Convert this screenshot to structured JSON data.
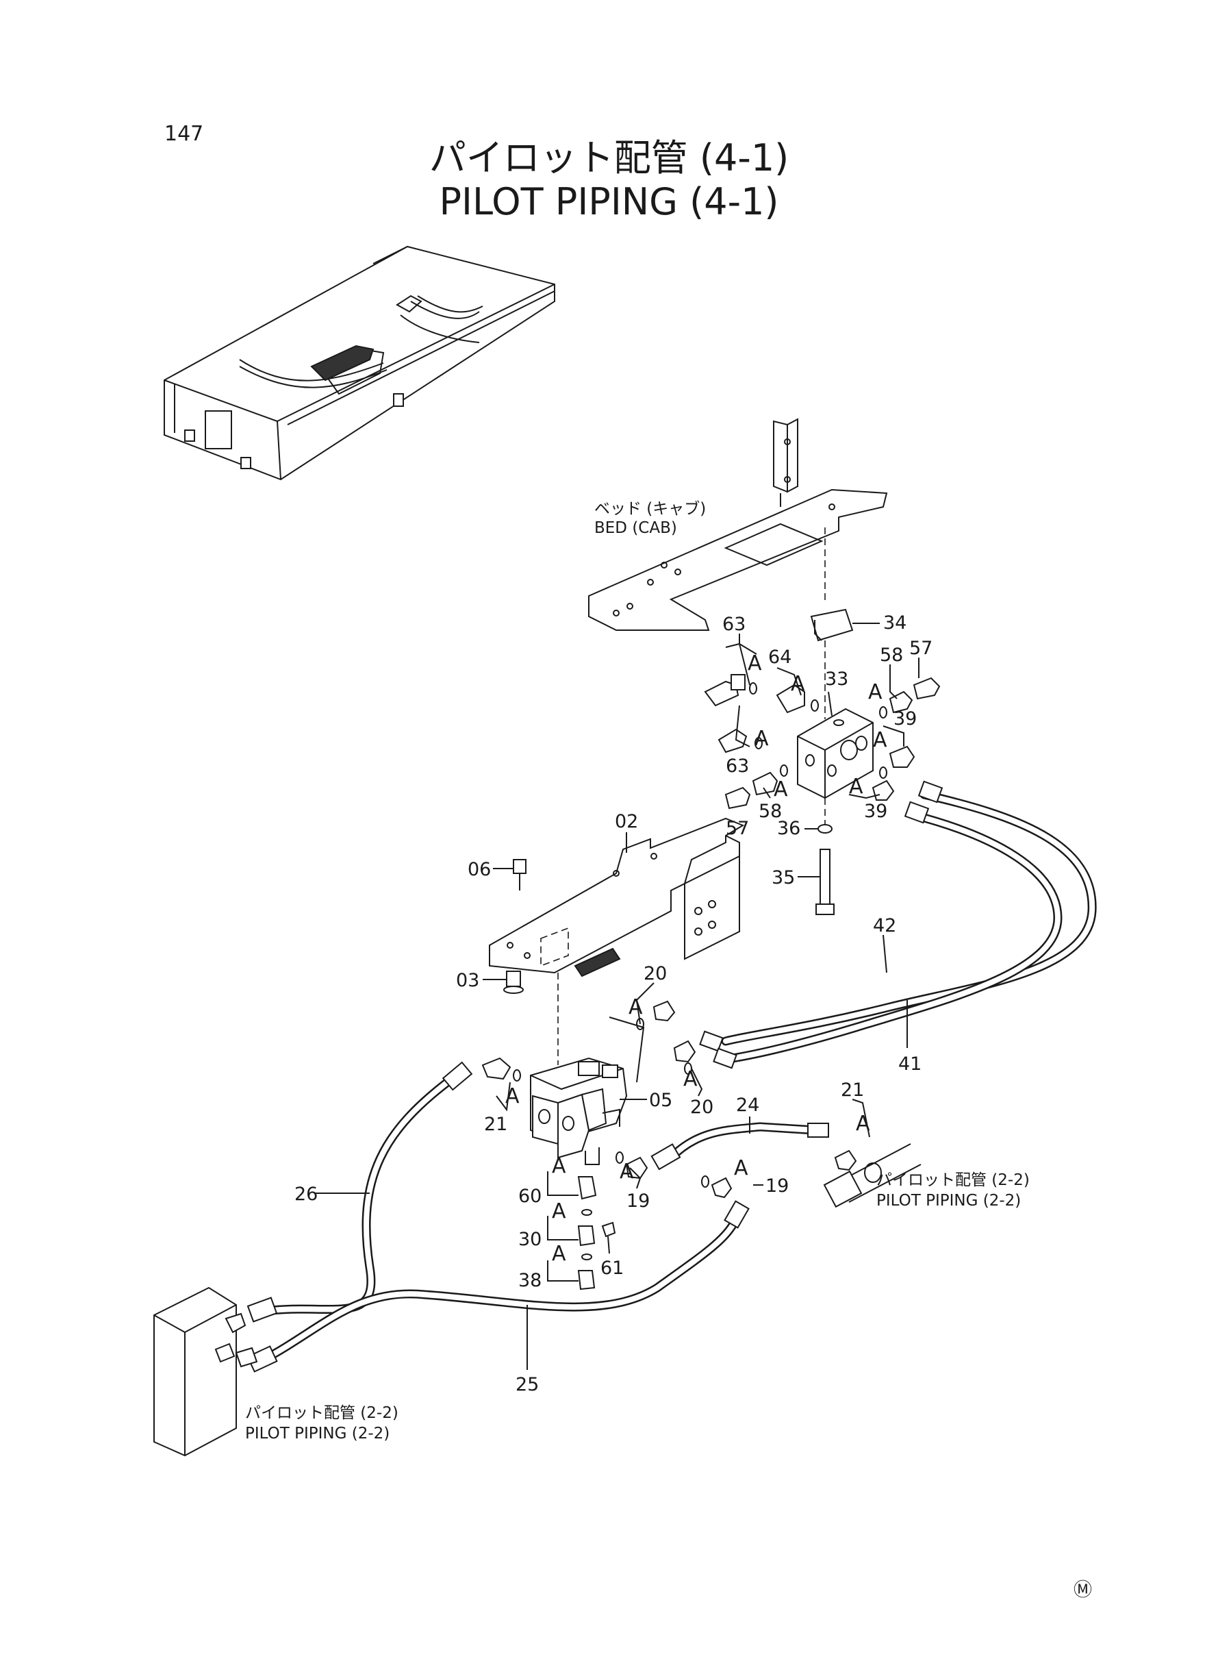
{
  "page_number": "147",
  "title_ja": "パイロット配管 (4-1)",
  "title_en": "PILOT PIPING (4-1)",
  "bed_label_ja": "ベッド (キャブ)",
  "bed_label_en": "BED (CAB)",
  "ref_right_ja": "パイロット配管 (2-2)",
  "ref_right_en": "PILOT PIPING (2-2)",
  "ref_left_ja": "パイロット配管 (2-2)",
  "ref_left_en": "PILOT PIPING (2-2)",
  "section_letter": "A",
  "part_numbers": [
    "63",
    "64",
    "34",
    "33",
    "58",
    "57",
    "39",
    "63",
    "58",
    "57",
    "39",
    "36",
    "35",
    "02",
    "06",
    "03",
    "42",
    "41",
    "20",
    "20",
    "05",
    "21",
    "24",
    "21",
    "19",
    "19",
    "60",
    "61",
    "30",
    "38",
    "26",
    "25"
  ],
  "mark": "Ⓜ"
}
